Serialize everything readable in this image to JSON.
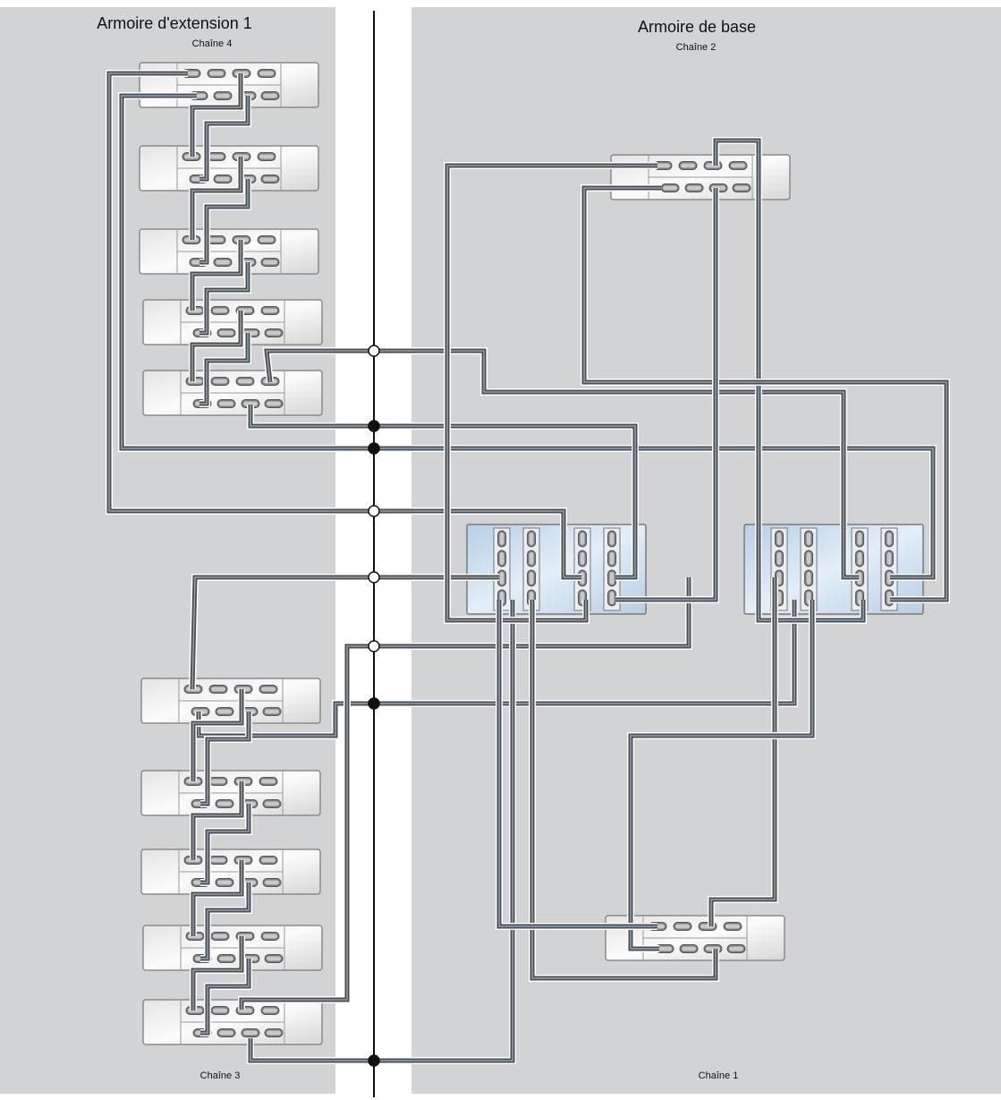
{
  "left_cabinet": {
    "title": "Armoire d'extension 1",
    "top_chain": "Chaîne 4",
    "bottom_chain": "Chaîne 3"
  },
  "right_cabinet": {
    "title": "Armoire de base",
    "top_chain": "Chaîne 2",
    "bottom_chain": "Chaîne 1"
  },
  "colors": {
    "panel": "#d1d3d4",
    "cable": "#4a4d52",
    "cable_alt": "#8fa3b5",
    "controller": "#c9dcee"
  }
}
